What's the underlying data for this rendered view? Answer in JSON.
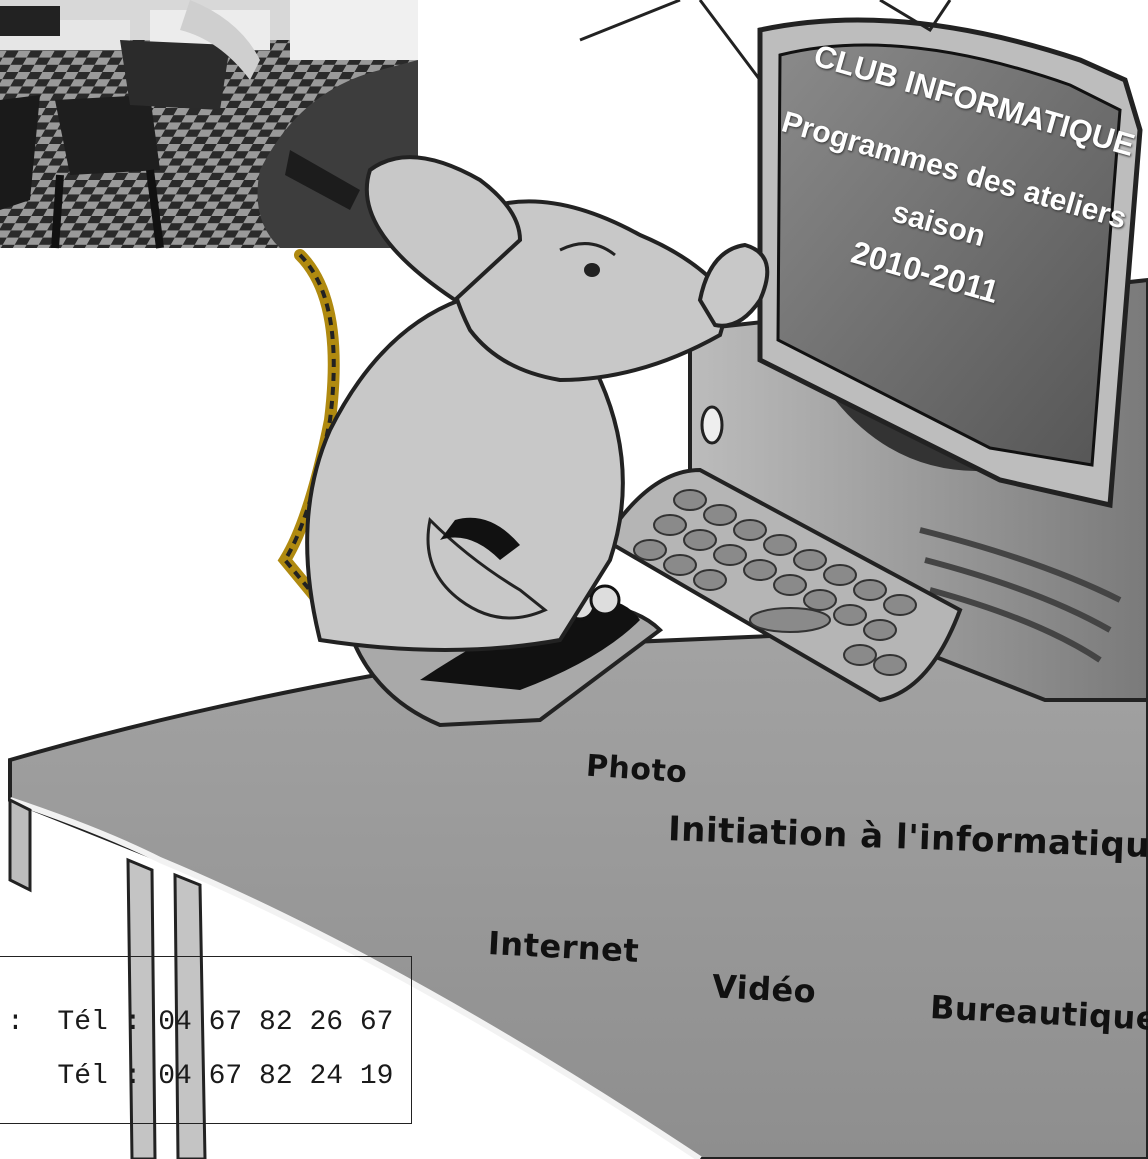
{
  "screen": {
    "line1": "CLUB INFORMATIQUE",
    "line2": "Programmes des ateliers",
    "line3": "saison",
    "line4": "2010-2011"
  },
  "workshops": {
    "photo": "Photo",
    "initiation": "Initiation à l'informatique",
    "internet": "Internet",
    "video": "Vidéo",
    "bureautique": "Bureautique"
  },
  "contacts": {
    "line1": ":  Tél : 04 67 82 26 67",
    "line2": "   Tél : 04 67 82 24 19"
  },
  "colors": {
    "desk": "#9a9a9a",
    "screen": "#6e6e6e",
    "mouse_body": "#c8c8c8"
  }
}
